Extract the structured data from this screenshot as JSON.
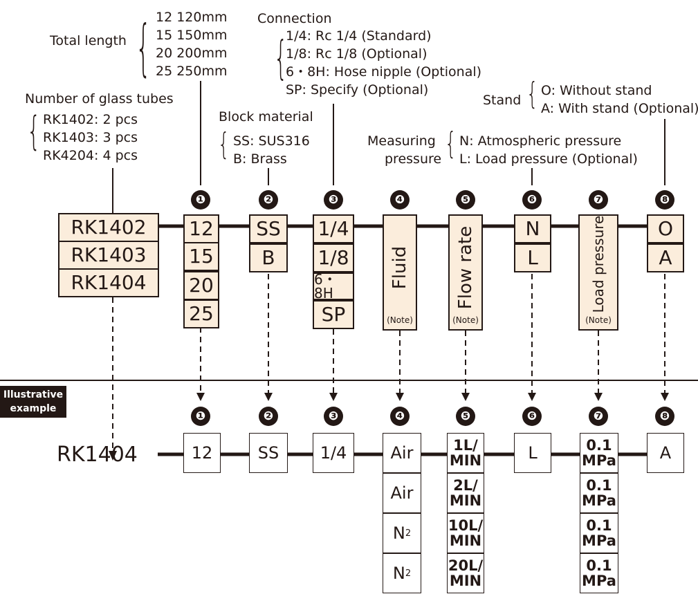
{
  "annotations": {
    "total_length": {
      "label": "Total length",
      "items": [
        "12 120mm",
        "15 150mm",
        "20 200mm",
        "25 250mm"
      ]
    },
    "connection": {
      "label": "Connection",
      "items": [
        "1/4: Rc 1/4 (Standard)",
        "1/8: Rc 1/8 (Optional)",
        "6・8H: Hose nipple (Optional)",
        "SP: Specify (Optional)"
      ]
    },
    "glass_tubes": {
      "label": "Number of glass tubes",
      "items": [
        "RK1402: 2 pcs",
        "RK1403: 3 pcs",
        "RK4204: 4 pcs"
      ]
    },
    "block_material": {
      "label": "Block material",
      "items": [
        "SS: SUS316",
        "B: Brass"
      ]
    },
    "stand": {
      "label": "Stand",
      "items": [
        "O: Without stand",
        "A: With stand (Optional)"
      ]
    },
    "measuring_pressure": {
      "label_line1": "Measuring",
      "label_line2": "pressure",
      "items": [
        "N: Atmospheric pressure",
        "L: Load pressure (Optional)"
      ]
    }
  },
  "numbers": [
    "❶",
    "❷",
    "❸",
    "❹",
    "❺",
    "❻",
    "❼",
    "❽"
  ],
  "code": {
    "models": [
      "RK1402",
      "RK1403",
      "RK1404"
    ],
    "length": [
      "12",
      "15",
      "20",
      "25"
    ],
    "material": [
      "SS",
      "B"
    ],
    "connection": [
      "1/4",
      "1/8",
      "6・8H",
      "SP"
    ],
    "fluid": "Fluid",
    "flow_rate": "Flow rate",
    "pressure_code": [
      "N",
      "L"
    ],
    "load_pressure": "Load pressure",
    "stand_code": [
      "O",
      "A"
    ],
    "note": "(Note)"
  },
  "example": {
    "tag_line1": "Illustrative",
    "tag_line2": "example",
    "model": "RK1404",
    "length": "12",
    "material": "SS",
    "connection": "1/4",
    "fluids": [
      "Air",
      "Air",
      "N",
      "N"
    ],
    "fluid_sub": "2",
    "flow_rates": [
      [
        "1L/",
        "MIN"
      ],
      [
        "2L/",
        "MIN"
      ],
      [
        "10L/",
        "MIN"
      ],
      [
        "20L/",
        "MIN"
      ]
    ],
    "pressure": "L",
    "load_pressures": [
      [
        "0.1",
        "MPa"
      ],
      [
        "0.1",
        "MPa"
      ],
      [
        "0.1",
        "MPa"
      ],
      [
        "0.1",
        "MPa"
      ]
    ],
    "stand": "A"
  },
  "colors": {
    "cell_fill": "#fbeddc",
    "ink": "#231815"
  }
}
